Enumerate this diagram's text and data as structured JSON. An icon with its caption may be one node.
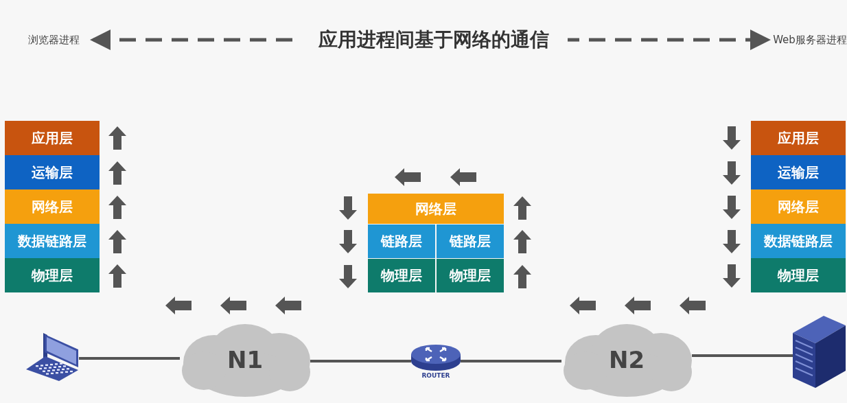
{
  "diagram": {
    "title": "应用进程间基于网络的通信",
    "nodes": [
      {
        "text": [
          "浏览器进程"
        ]
      },
      {
        "text": [
          "Web服务器进程"
        ]
      },
      {
        "text": [
          "应用层"
        ]
      },
      {
        "text": [
          "运输层"
        ]
      },
      {
        "text": [
          "网络层"
        ]
      },
      {
        "text": [
          "数据链路层"
        ]
      },
      {
        "text": [
          "物理层"
        ]
      },
      {
        "text": [
          "网络层"
        ]
      },
      {
        "text": [
          "链路层"
        ]
      },
      {
        "text": [
          "链路层"
        ]
      },
      {
        "text": [
          "物理层"
        ]
      },
      {
        "text": [
          "物理层"
        ]
      },
      {
        "text": [
          "应用层"
        ]
      },
      {
        "text": [
          "运输层"
        ]
      },
      {
        "text": [
          "网络层"
        ]
      },
      {
        "text": [
          "数据链路层"
        ]
      },
      {
        "text": [
          "物理层"
        ]
      },
      {
        "text": [],
        "shape": "laptop"
      },
      {
        "text": [
          "N1"
        ]
      },
      {
        "text": [
          "ROUTER"
        ]
      },
      {
        "text": [
          "N2"
        ]
      },
      {
        "text": [],
        "shape": "server"
      }
    ],
    "edges": [
      {
        "from": 0,
        "to": 1,
        "arrow": "both",
        "style": "dashed"
      },
      {
        "from": 17,
        "to": 18,
        "arrow": "none"
      },
      {
        "from": 18,
        "to": 19,
        "arrow": "none"
      },
      {
        "from": 19,
        "to": 20,
        "arrow": "none"
      },
      {
        "from": 20,
        "to": 21,
        "arrow": "none"
      }
    ]
  }
}
